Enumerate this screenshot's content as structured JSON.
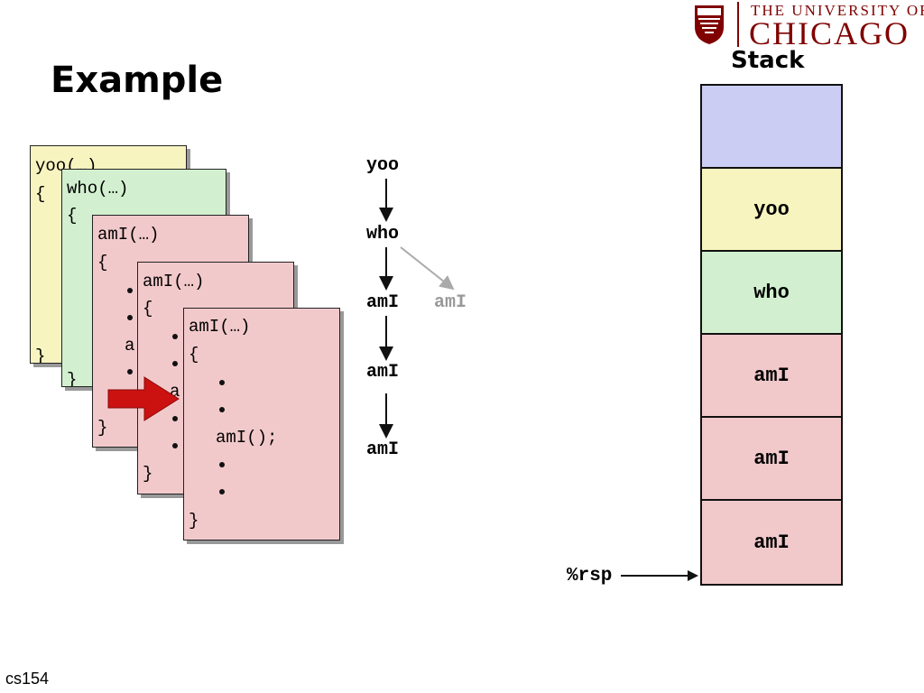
{
  "slide": {
    "title": "Example",
    "footer": "cs154",
    "logo": {
      "top_text": "THE UNIVERSITY OF",
      "main_text": "CHICAGO",
      "color": "#800000"
    }
  },
  "frames": [
    {
      "lines": [
        "yoo(…)",
        "{",
        "}"
      ],
      "color": "#f8f4c0"
    },
    {
      "lines": [
        "who(…)",
        "{",
        "}"
      ],
      "color": "#d2f0cf"
    },
    {
      "lines": [
        "amI(…)",
        "{",
        "a",
        "}"
      ],
      "color": "#f2c9cb"
    },
    {
      "lines": [
        "amI(…)",
        "{",
        "a",
        "}"
      ],
      "color": "#f2c9cb"
    },
    {
      "lines": [
        "amI(…)",
        "{",
        "amI();",
        "}"
      ],
      "color": "#f2c9cb"
    }
  ],
  "call_chain": [
    "yoo",
    "who",
    "amI",
    "amI",
    "amI"
  ],
  "call_chain_side": "amI",
  "stack": {
    "title": "Stack",
    "cells": [
      {
        "label": "",
        "color": "#cccdf2"
      },
      {
        "label": "yoo",
        "color": "#f8f4c0"
      },
      {
        "label": "who",
        "color": "#d2f0cf"
      },
      {
        "label": "amI",
        "color": "#f2c9cb"
      },
      {
        "label": "amI",
        "color": "#f2c9cb"
      },
      {
        "label": "amI",
        "color": "#f2c9cb"
      }
    ],
    "pointer_label": "%rsp"
  },
  "arrow_color": "#cc1111"
}
